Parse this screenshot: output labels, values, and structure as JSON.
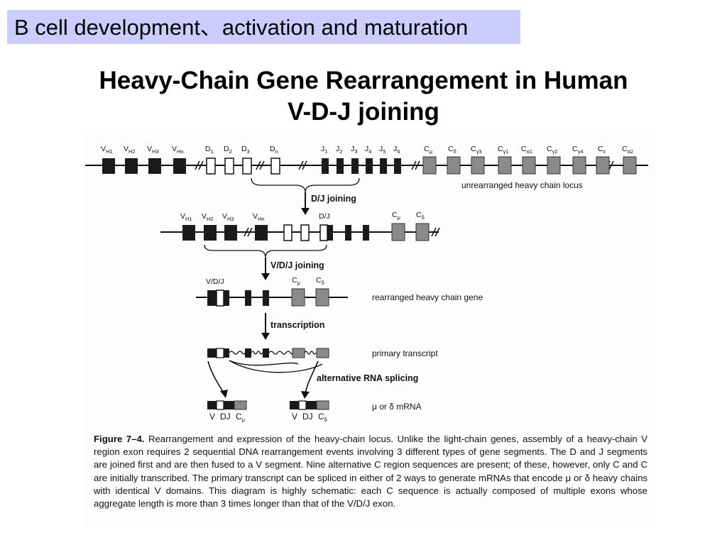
{
  "header": {
    "label": "B cell development、activation and maturation"
  },
  "title": {
    "line1": "Heavy-Chain Gene Rearrangement in Human",
    "line2": "V-D-J joining"
  },
  "diagram": {
    "row1": {
      "v_segments": [
        {
          "main": "V",
          "sub": "H1"
        },
        {
          "main": "V",
          "sub": "H2"
        },
        {
          "main": "V",
          "sub": "H3"
        },
        {
          "main": "V",
          "sub": "Hn"
        }
      ],
      "d_segments": [
        {
          "main": "D",
          "sub": "1"
        },
        {
          "main": "D",
          "sub": "2"
        },
        {
          "main": "D",
          "sub": "3"
        },
        {
          "main": "D",
          "sub": "n"
        }
      ],
      "j_segments": [
        {
          "main": "J",
          "sub": "1"
        },
        {
          "main": "J",
          "sub": "2"
        },
        {
          "main": "J",
          "sub": "3"
        },
        {
          "main": "J",
          "sub": "4"
        },
        {
          "main": "J",
          "sub": "5"
        },
        {
          "main": "J",
          "sub": "6"
        }
      ],
      "c_segments": [
        {
          "main": "C",
          "sub": "μ"
        },
        {
          "main": "C",
          "sub": "δ"
        },
        {
          "main": "C",
          "sub": "γ3"
        },
        {
          "main": "C",
          "sub": "γ1"
        },
        {
          "main": "C",
          "sub": "α1"
        },
        {
          "main": "C",
          "sub": "γ2"
        },
        {
          "main": "C",
          "sub": "γ4"
        },
        {
          "main": "C",
          "sub": "ε"
        },
        {
          "main": "C",
          "sub": "α2"
        }
      ],
      "locus_label": "unrearranged heavy chain locus"
    },
    "step1_label": "D/J joining",
    "row2": {
      "v_segments": [
        {
          "main": "V",
          "sub": "H1"
        },
        {
          "main": "V",
          "sub": "H2"
        },
        {
          "main": "V",
          "sub": "H3"
        },
        {
          "main": "V",
          "sub": "Hn"
        }
      ],
      "dj_label": "D/J",
      "c_segments": [
        {
          "main": "C",
          "sub": "μ"
        },
        {
          "main": "C",
          "sub": "δ"
        }
      ]
    },
    "step2_label": "V/D/J joining",
    "row3": {
      "vdj_label": "V/D/J",
      "c_segments": [
        {
          "main": "C",
          "sub": "μ"
        },
        {
          "main": "C",
          "sub": "δ"
        }
      ],
      "gene_label": "rearranged heavy chain gene"
    },
    "step3_label": "transcription",
    "row4": {
      "transcript_label": "primary transcript"
    },
    "splice_label": "alternative RNA splicing",
    "row5": {
      "mrna1": {
        "v": "V",
        "dj": "DJ",
        "c_main": "C",
        "c_sub": "μ"
      },
      "mrna2": {
        "v": "V",
        "dj": "DJ",
        "c_main": "C",
        "c_sub": "δ"
      },
      "mrna_label": "μ or δ mRNA"
    }
  },
  "caption": {
    "figure_label": "Figure 7–4.",
    "text": "Rearrangement and expression of the heavy-chain locus. Unlike the light-chain genes, assembly of a heavy-chain V region exon requires 2 sequential DNA rearrangement events involving 3 different types of gene segments. The D and J segments are joined first and are then fused to a V segment. Nine alternative C region sequences are present; of these, however, only C and C are initially transcribed. The primary transcript can be spliced in either of 2 ways to generate mRNAs that encode μ or δ heavy chains with identical V domains. This diagram is highly schematic: each C sequence is actually composed of multiple exons whose aggregate length is more than 3 times longer than that of the V/D/J exon."
  }
}
